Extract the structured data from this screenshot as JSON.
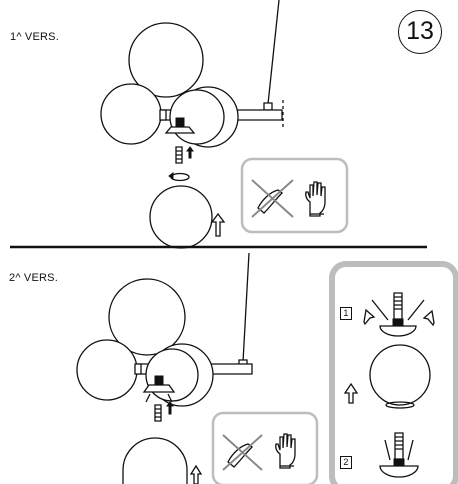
{
  "labels": {
    "version_1": "1^ VERS.",
    "version_2": "2^ VERS.",
    "step_number": "13",
    "panel_step_1": "1",
    "panel_step_2": "2"
  },
  "icons": [
    "no-bare-hands-icon",
    "wear-gloves-icon",
    "up-arrow-icon",
    "down-arrow-icon",
    "rotate-arrow-icon"
  ],
  "colors": {
    "line": "#111111",
    "panel_border": "#bdbdbd"
  }
}
